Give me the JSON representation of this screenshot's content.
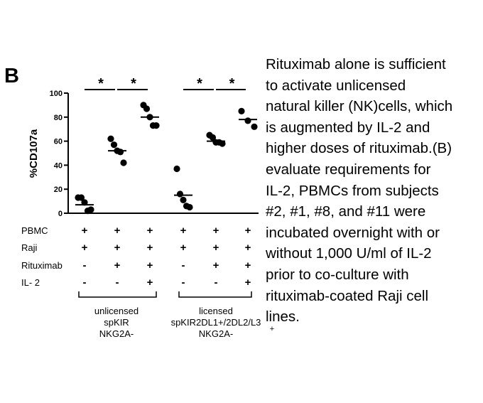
{
  "panel_label": "B",
  "chart_data": {
    "type": "scatter",
    "ylabel": "%CD107a",
    "ylim": [
      0,
      100
    ],
    "yticks": [
      "0",
      "20",
      "40",
      "60",
      "80",
      "100"
    ],
    "significance_marker": "*",
    "significance_pairs": [
      [
        0,
        1
      ],
      [
        1,
        2
      ],
      [
        3,
        4
      ],
      [
        4,
        5
      ]
    ],
    "conditions": [
      {
        "mean": 7,
        "points": [
          13,
          13,
          9,
          2,
          3
        ]
      },
      {
        "mean": 52,
        "points": [
          62,
          57,
          52,
          51,
          42
        ]
      },
      {
        "mean": 80,
        "points": [
          90,
          87,
          80,
          73,
          73
        ]
      },
      {
        "mean": 15,
        "points": [
          37,
          16,
          11,
          6,
          5
        ]
      },
      {
        "mean": 60,
        "points": [
          65,
          63,
          59,
          59,
          58
        ]
      },
      {
        "mean": 78,
        "points": [
          85,
          77,
          72
        ]
      }
    ],
    "row_labels": [
      "PBMC",
      "Raji",
      "Rituximab",
      "IL- 2"
    ],
    "row_values": [
      [
        "+",
        "+",
        "+",
        "+",
        "+",
        "+"
      ],
      [
        "+",
        "+",
        "+",
        "+",
        "+",
        "+"
      ],
      [
        "-",
        "+",
        "+",
        "-",
        "+",
        "+"
      ],
      [
        "-",
        "-",
        "+",
        "-",
        "-",
        "+"
      ]
    ],
    "groups": [
      {
        "lines": [
          "unlicensed",
          "spKIR",
          "NKG2A-"
        ]
      },
      {
        "lines": [
          "licensed",
          "spKIR2DL1+/2DL2/L3",
          "NKG2A-"
        ],
        "superscript": "+"
      }
    ]
  },
  "caption": {
    "lines": [
      "Rituximab alone is sufficient",
      "to activate unlicensed",
      "natural killer (NK)cells, which",
      "is augmented by IL-2 and",
      "higher doses of rituximab.(B)",
      "evaluate requirements for",
      "IL-2, PBMCs from subjects",
      "#2, #1, #8, and #11 were",
      "incubated overnight with or",
      "without 1,000 U/ml of IL-2",
      "prior to co-culture with",
      "rituximab-coated Raji cell",
      "lines."
    ]
  }
}
